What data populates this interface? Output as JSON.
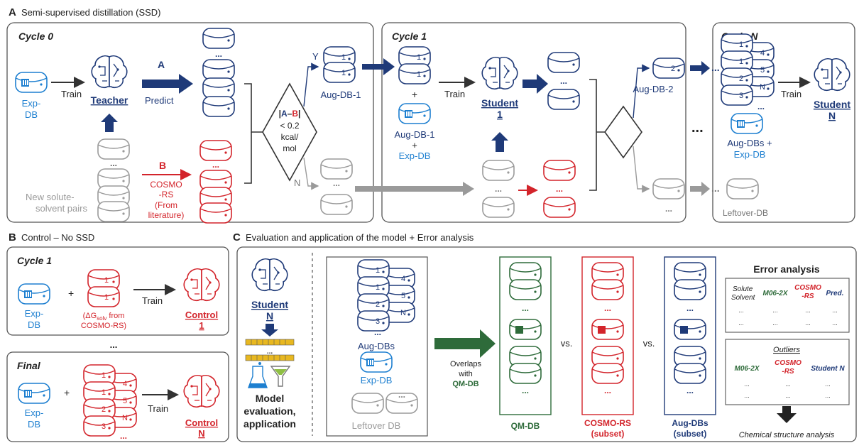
{
  "panels": {
    "a": {
      "letter": "A",
      "title": "Semi-supervised distillation (SSD)"
    },
    "b": {
      "letter": "B",
      "title": "Control – No SSD"
    },
    "c": {
      "letter": "C",
      "title": "Evaluation and application of the model + Error analysis"
    }
  },
  "cycle0": {
    "label": "Cycle 0",
    "exp_db": [
      "Exp-",
      "DB"
    ],
    "train": "Train",
    "teacher": "Teacher",
    "arrow_a": "A",
    "predict": "Predict",
    "ellipsis": "...",
    "new_pairs": [
      "New solute-",
      "solvent pairs"
    ],
    "arrow_b": "B",
    "cosmo": [
      "COSMO",
      "-RS",
      "(From",
      "literature)"
    ],
    "decision": [
      "|A–B|",
      "< 0.2",
      "kcal/",
      "mol"
    ],
    "yes": "Y",
    "no": "N",
    "aug_db1": "Aug-DB-1",
    "db_num": "1"
  },
  "cycle1": {
    "label": "Cycle 1",
    "plus": "+",
    "aug_db1": "Aug-DB-1",
    "exp_db": "Exp-DB",
    "train": "Train",
    "student": "Student",
    "student_num": "1",
    "aug_db2": "Aug-DB-2",
    "db_num": "2"
  },
  "cycle_n": {
    "label": "Cycle N",
    "stack_left": [
      "1",
      "1",
      "2",
      "3"
    ],
    "stack_right": [
      "4",
      "5",
      "N"
    ],
    "aug_dbs": "Aug-DBs +",
    "exp_db": "Exp-DB",
    "train": "Train",
    "student": "Student",
    "student_n": "N",
    "leftover": "Leftover-DB",
    "dots": "..."
  },
  "control": {
    "cycle1_label": "Cycle 1",
    "final_label": "Final",
    "exp_db": [
      "Exp-",
      "DB"
    ],
    "plus": "+",
    "db_nums": [
      "1",
      "1"
    ],
    "delta_g": [
      "(ΔG",
      "solv",
      " from",
      "COSMO-RS)"
    ],
    "train": "Train",
    "control": "Control",
    "control_1": "1",
    "control_n": "N",
    "stack_left": [
      "1",
      "1",
      "2",
      "3"
    ],
    "stack_right": [
      "4",
      "5",
      "N"
    ],
    "dots": "..."
  },
  "eval": {
    "student": "Student",
    "student_n": "N",
    "model_eval": [
      "Model",
      "evaluation,",
      "application"
    ],
    "stack_left": [
      "1",
      "1",
      "2",
      "3"
    ],
    "stack_right": [
      "4",
      "5",
      "N"
    ],
    "aug_dbs": "Aug-DBs",
    "exp_db": "Exp-DB",
    "leftover": "Leftover DB",
    "overlaps": [
      "Overlaps",
      "with"
    ],
    "qm_db_bold": "QM-DB",
    "vs": "vs.",
    "qm_db": "QM-DB",
    "cosmo_subset": [
      "COSMO-RS",
      "(subset)"
    ],
    "aug_subset": [
      "Aug-DBs",
      "(subset)"
    ],
    "error_analysis": "Error analysis",
    "table1_headers": [
      "Solute",
      "Solvent",
      "M06-2X",
      "COSMO",
      "-RS",
      "Pred."
    ],
    "outliers": "Outliers",
    "table2_headers": [
      "M06-2X",
      "COSMO",
      "-RS",
      "Student N"
    ],
    "cell": "...",
    "chemical": "Chemical structure analysis"
  },
  "colors": {
    "navy": "#1f3a78",
    "blue": "#1d7fd0",
    "red": "#d3242b",
    "green": "#2e6b3a",
    "gray": "#9a9a9a",
    "dark": "#333333"
  }
}
